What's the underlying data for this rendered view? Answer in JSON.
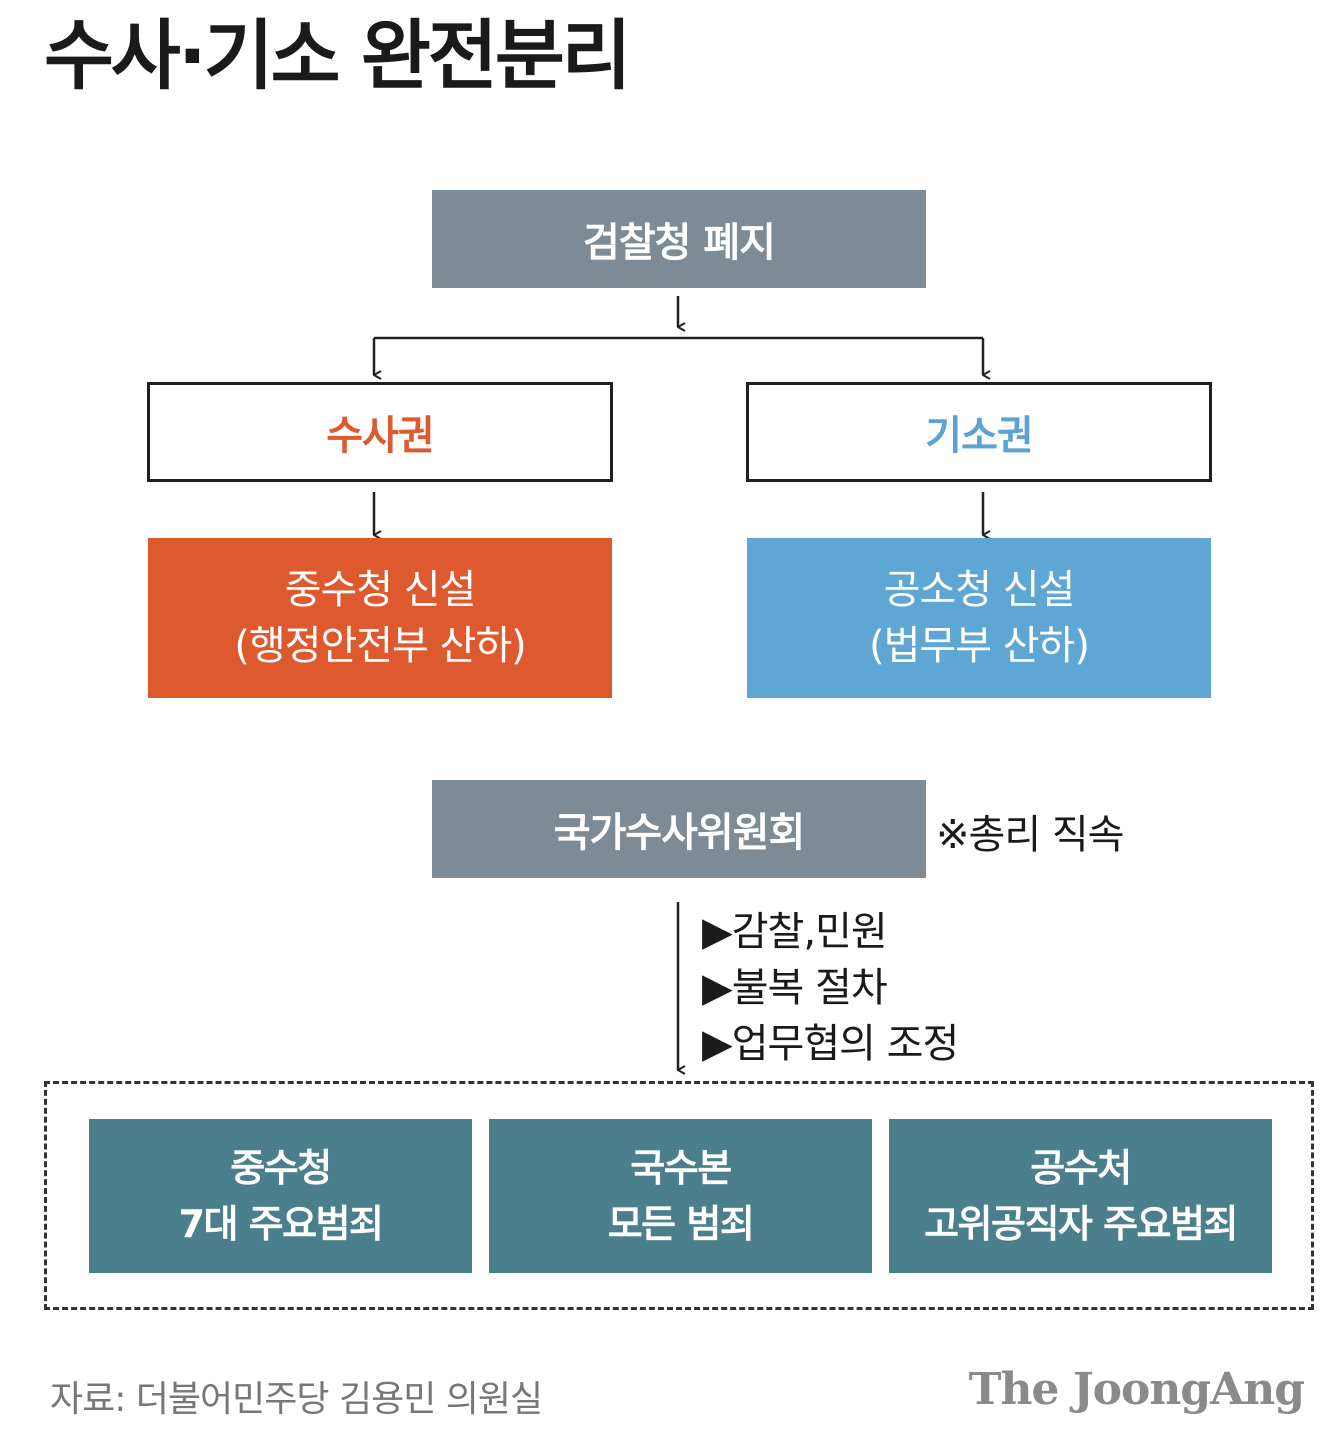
{
  "title": "수사·기소 완전분리",
  "top_box": "검찰청 폐지",
  "left_branch": {
    "label": "수사권",
    "result_line1": "중수청 신설",
    "result_line2": "(행정안전부 산하)"
  },
  "right_branch": {
    "label": "기소권",
    "result_line1": "공소청 신설",
    "result_line2": "(법무부 산하)"
  },
  "committee": {
    "label": "국가수사위원회",
    "note": "※총리 직속",
    "functions": [
      "▶감찰,민원",
      "▶불복 절차",
      "▶업무협의 조정"
    ]
  },
  "agencies": [
    {
      "name": "중수청",
      "scope": "7대 주요범죄"
    },
    {
      "name": "국수본",
      "scope": "모든 범죄"
    },
    {
      "name": "공수처",
      "scope": "고위공직자 주요범죄"
    }
  ],
  "source": "자료: 더불어민주당 김용민 의원실",
  "brand": "The JoongAng",
  "colors": {
    "gray_box": "#7c8b96",
    "prosecution_red": "#de5a2e",
    "indictment_blue": "#5ea6d3",
    "agency_teal": "#4a7f8b"
  }
}
